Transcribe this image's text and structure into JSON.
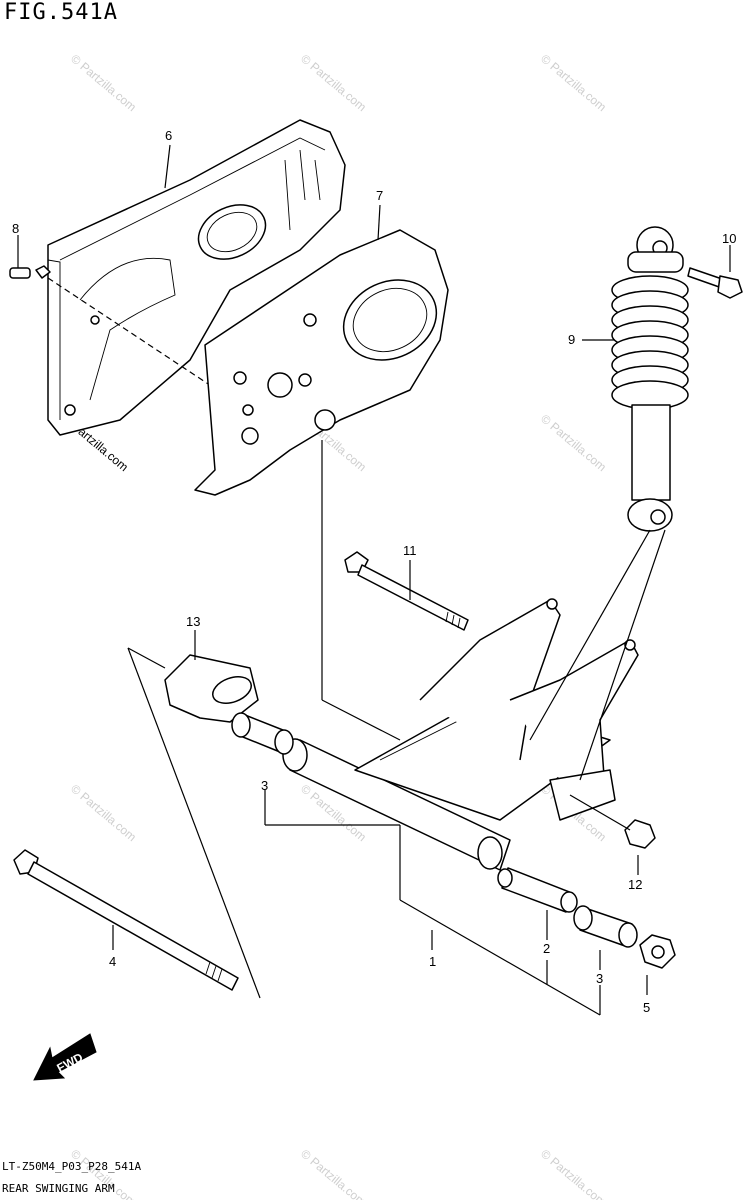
{
  "figure": {
    "title": "FIG.541A",
    "footer_code": "LT-Z50M4_P03_P28_541A",
    "footer_name": "REAR SWINGING ARM"
  },
  "watermark": {
    "text": "© Partzilla.com"
  },
  "fwd_label": "FWD",
  "callouts": [
    {
      "id": "c1",
      "label": "1"
    },
    {
      "id": "c2",
      "label": "2"
    },
    {
      "id": "c3a",
      "label": "3"
    },
    {
      "id": "c3b",
      "label": "3"
    },
    {
      "id": "c4",
      "label": "4"
    },
    {
      "id": "c5",
      "label": "5"
    },
    {
      "id": "c6",
      "label": "6"
    },
    {
      "id": "c7",
      "label": "7"
    },
    {
      "id": "c8",
      "label": "8"
    },
    {
      "id": "c9",
      "label": "9"
    },
    {
      "id": "c10",
      "label": "10"
    },
    {
      "id": "c11",
      "label": "11"
    },
    {
      "id": "c12",
      "label": "12"
    },
    {
      "id": "c13",
      "label": "13"
    }
  ]
}
